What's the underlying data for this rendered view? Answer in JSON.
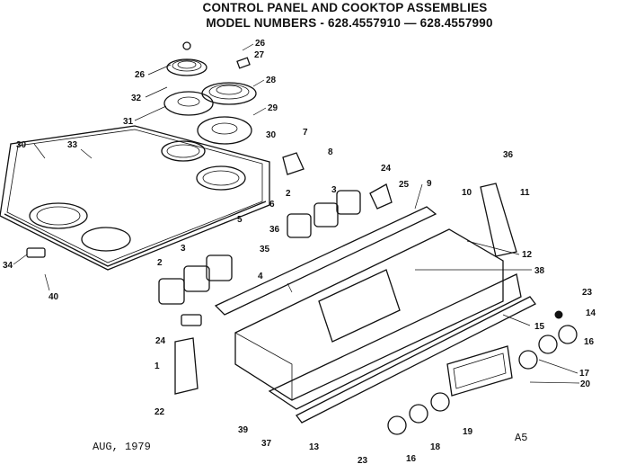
{
  "title": {
    "line1": "CONTROL PANEL AND COOKTOP ASSEMBLIES",
    "line2": "MODEL NUMBERS - 628.4557910 — 628.4557990"
  },
  "footer": {
    "date": "AUG, 1979",
    "code": "A5"
  },
  "callouts": [
    "26",
    "26",
    "27",
    "32",
    "28",
    "31",
    "29",
    "30",
    "30",
    "33",
    "7",
    "8",
    "36",
    "24",
    "25",
    "9",
    "2",
    "3",
    "10",
    "11",
    "6",
    "3",
    "2",
    "36",
    "5",
    "35",
    "12",
    "38",
    "4",
    "3",
    "2",
    "23",
    "14",
    "24",
    "15",
    "16",
    "1",
    "17",
    "20",
    "22",
    "19",
    "39",
    "37",
    "13",
    "23",
    "18",
    "16",
    "34",
    "40"
  ]
}
